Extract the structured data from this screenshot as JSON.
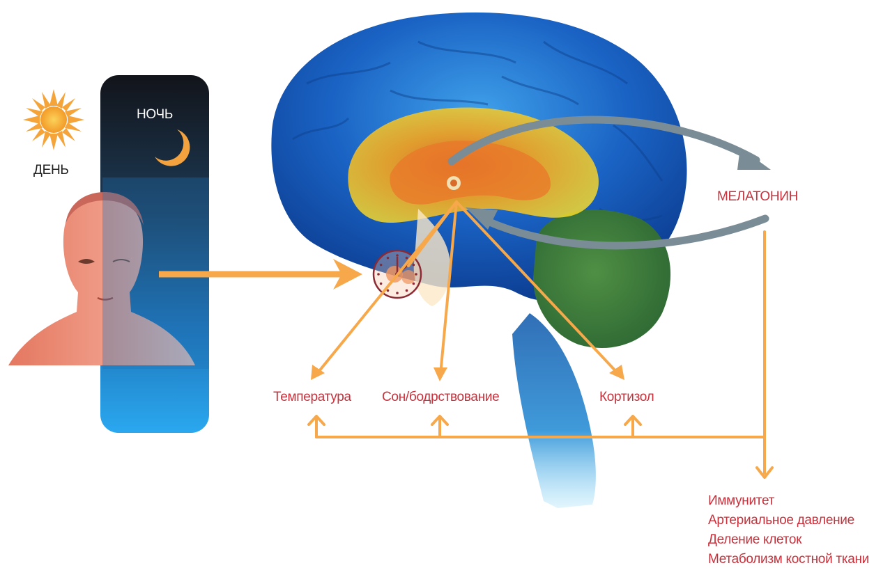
{
  "labels": {
    "day": "ДЕНЬ",
    "night": "НОЧЬ",
    "melatonin": "МЕЛАТОНИН",
    "temperature": "Температура",
    "sleep_wake": "Сон/бодрствование",
    "cortisol": "Кортизол"
  },
  "effects": [
    "Иммунитет",
    "Артериальное давление",
    "Деление клеток",
    "Метаболизм костной ткани"
  ],
  "icons": {
    "sun": "sun-icon",
    "moon": "moon-icon",
    "clock": "clock-icon"
  },
  "colors": {
    "label_text": "#c8313b",
    "arrow_orange": "#f6a84a",
    "arrow_gray": "#7a8c96",
    "brain_blue": "#1a66c4",
    "limbic_yellow": "#f5d21e",
    "cerebellum_green": "#3f7d3a",
    "night_top": "#12141a",
    "night_bottom": "#2aa6ee"
  }
}
